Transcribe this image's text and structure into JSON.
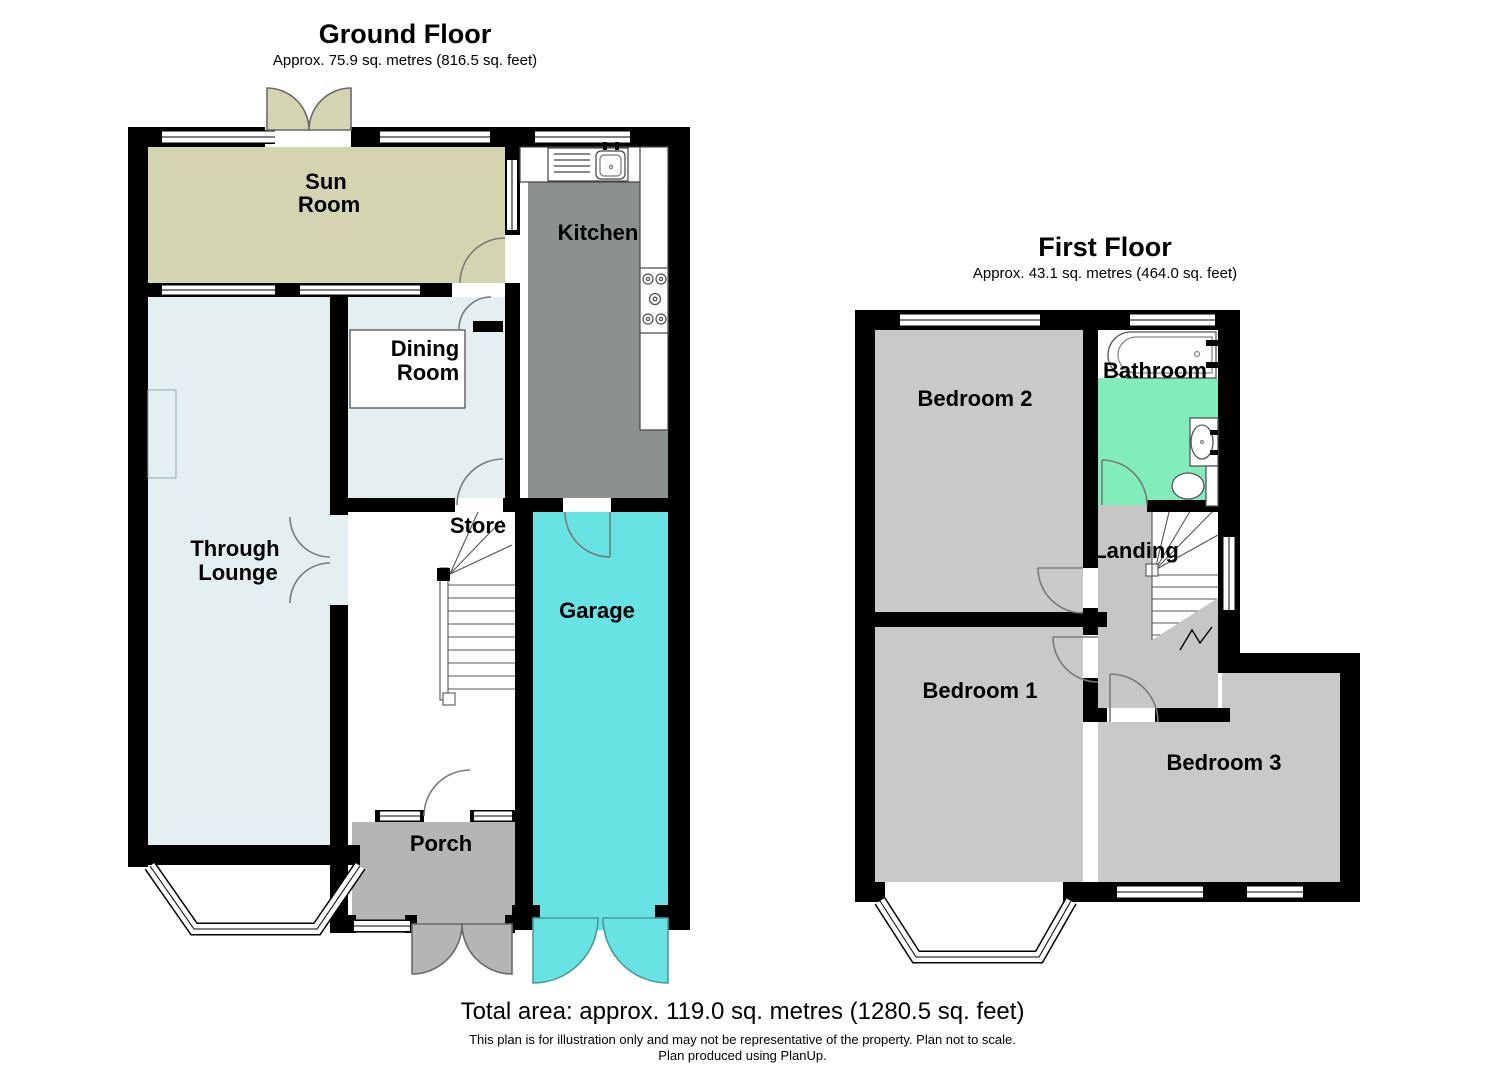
{
  "colors": {
    "wall": "#000000",
    "sun_room": "#d4d5b0",
    "lounge": "#e4eff2",
    "dining": "#e4eff2",
    "kitchen_floor": "#8a918e",
    "garage": "#67e3e4",
    "porch": "#b5b5b5",
    "bedroom": "#c9c9c9",
    "landing": "#c6c6c6",
    "bathroom": "#80edba"
  },
  "ground_floor": {
    "title": "Ground Floor",
    "area": "Approx. 75.9 sq. metres (816.5 sq. feet)",
    "rooms": {
      "sun_room_line1": "Sun",
      "sun_room_line2": "Room",
      "kitchen": "Kitchen",
      "dining_line1": "Dining",
      "dining_line2": "Room",
      "lounge_line1": "Through",
      "lounge_line2": "Lounge",
      "store": "Store",
      "garage": "Garage",
      "porch": "Porch"
    }
  },
  "first_floor": {
    "title": "First Floor",
    "area": "Approx. 43.1 sq. metres (464.0 sq. feet)",
    "rooms": {
      "bedroom2": "Bedroom 2",
      "bathroom": "Bathroom",
      "landing": "Landing",
      "bedroom1": "Bedroom 1",
      "bedroom3": "Bedroom 3"
    }
  },
  "footer": {
    "total_area": "Total area: approx. 119.0 sq. metres (1280.5 sq. feet)",
    "disclaimer_line1": "This plan is for illustration only and may not be representative of the property. Plan not to scale.",
    "disclaimer_line2": "Plan produced using PlanUp."
  }
}
